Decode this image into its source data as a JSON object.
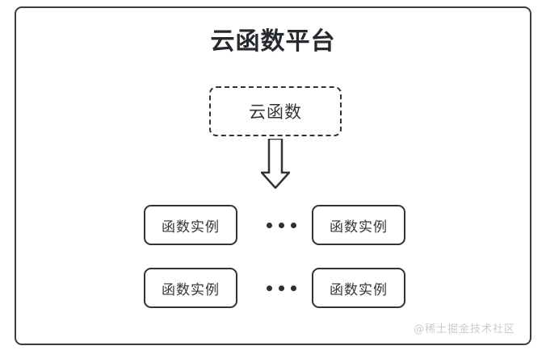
{
  "diagram": {
    "title": "云函数平台",
    "cloud_function": {
      "label": "云函数",
      "border_style": "dashed"
    },
    "arrow": {
      "name": "down-block-arrow",
      "direction": "down",
      "style": "hollow-outline"
    },
    "instance_rows": [
      {
        "left_box": "函数实例",
        "ellipsis": "...",
        "right_box": "函数实例"
      },
      {
        "left_box": "函数实例",
        "ellipsis": "...",
        "right_box": "函数实例"
      }
    ],
    "watermark": "@稀土掘金技术社区",
    "colors": {
      "background": "#ffffff",
      "stroke": "#2f3338",
      "title_text": "#262a2e",
      "body_text": "#333639",
      "watermark_text": "#c9cccf"
    }
  }
}
